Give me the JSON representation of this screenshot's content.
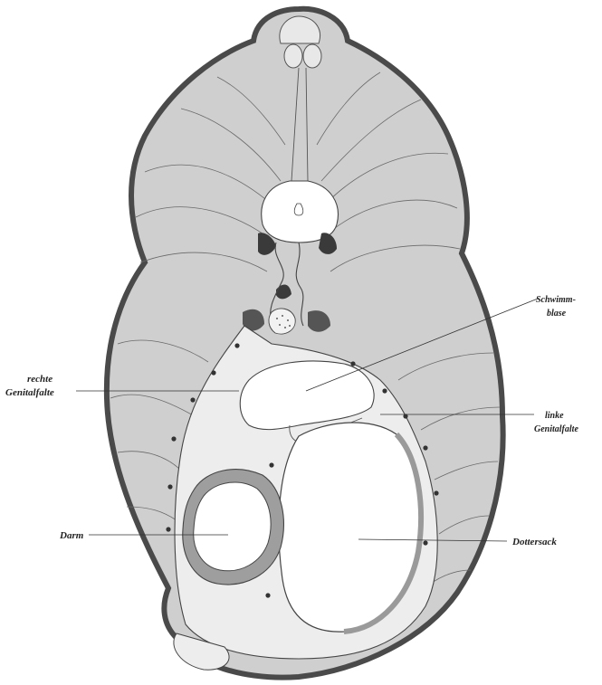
{
  "figure": {
    "labels": {
      "schwimmblase_line1": "Schwimm-",
      "schwimmblase_line2": "blase",
      "rechte_genitalfalte_line1": "rechte",
      "rechte_genitalfalte_line2": "Genitalfalte",
      "linke_genitalfalte_line1": "linke",
      "linke_genitalfalte_line2": "Genitalfalte",
      "darm": "Darm",
      "dottersack": "Dottersack"
    },
    "colors": {
      "background": "#ffffff",
      "muscle_fill": "#cfcfcf",
      "skin_outline": "#4a4a4a",
      "dark_tissue": "#3a3a3a",
      "cavity": "#ffffff"
    }
  }
}
